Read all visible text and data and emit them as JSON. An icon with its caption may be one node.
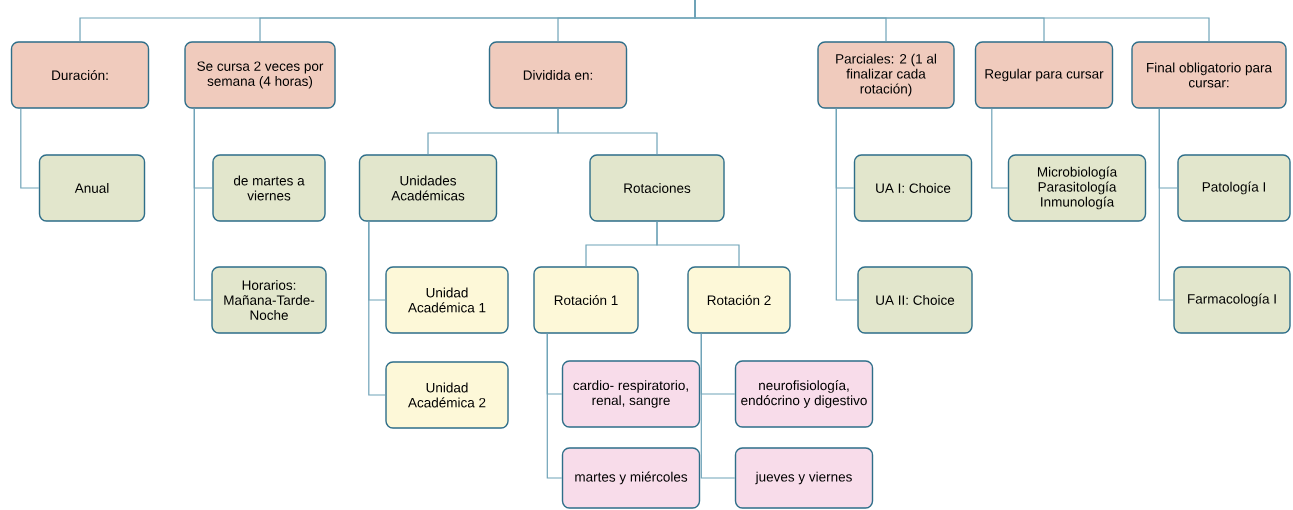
{
  "diagram": {
    "nodes": [
      {
        "text": [
          "Duración:"
        ]
      },
      {
        "text": [
          "Se cursa 2 veces por semana (4 horas)"
        ]
      },
      {
        "text": [
          "Dividida en:"
        ]
      },
      {
        "text": [
          "Parciales: 2 (1 al finalizar cada rotación)"
        ]
      },
      {
        "text": [
          "Regular para cursar"
        ]
      },
      {
        "text": [
          "Final obligatorio para cursar:"
        ]
      },
      {
        "text": [
          "Anual"
        ]
      },
      {
        "text": [
          "de martes a viernes"
        ]
      },
      {
        "text": [
          "Unidades Académicas"
        ]
      },
      {
        "text": [
          "Rotaciones"
        ]
      },
      {
        "text": [
          "UA I: Choice"
        ]
      },
      {
        "text": [
          "Microbiología Parasitología Inmunología"
        ]
      },
      {
        "text": [
          "Patología I"
        ]
      },
      {
        "text": [
          "Horarios: Mañana-Tarde-Noche"
        ]
      },
      {
        "text": [
          "Unidad Académica 1"
        ]
      },
      {
        "text": [
          "Rotación 1"
        ]
      },
      {
        "text": [
          "Rotación 2"
        ]
      },
      {
        "text": [
          "UA II: Choice"
        ]
      },
      {
        "text": [
          "Farmacología I"
        ]
      },
      {
        "text": [
          "Unidad Académica 2"
        ]
      },
      {
        "text": [
          "cardio- respiratorio, renal, sangre"
        ]
      },
      {
        "text": [
          "neurofisiología, endócrino y digestivo"
        ]
      },
      {
        "text": [
          "martes y miércoles"
        ]
      },
      {
        "text": [
          "jueves y viernes"
        ]
      }
    ],
    "edges": [
      {
        "from": null,
        "to": 0,
        "arrow": "none"
      },
      {
        "from": null,
        "to": 1,
        "arrow": "none"
      },
      {
        "from": null,
        "to": 2,
        "arrow": "none"
      },
      {
        "from": null,
        "to": 3,
        "arrow": "none"
      },
      {
        "from": null,
        "to": 4,
        "arrow": "none"
      },
      {
        "from": null,
        "to": 5,
        "arrow": "none"
      },
      {
        "from": 0,
        "to": 6,
        "arrow": "none"
      },
      {
        "from": 1,
        "to": 7,
        "arrow": "none"
      },
      {
        "from": 1,
        "to": 13,
        "arrow": "none"
      },
      {
        "from": 2,
        "to": 8,
        "arrow": "none"
      },
      {
        "from": 2,
        "to": 9,
        "arrow": "none"
      },
      {
        "from": 8,
        "to": 14,
        "arrow": "none"
      },
      {
        "from": 8,
        "to": 19,
        "arrow": "none"
      },
      {
        "from": 9,
        "to": 15,
        "arrow": "none"
      },
      {
        "from": 9,
        "to": 16,
        "arrow": "none"
      },
      {
        "from": 15,
        "to": 20,
        "arrow": "none"
      },
      {
        "from": 15,
        "to": 22,
        "arrow": "none"
      },
      {
        "from": 16,
        "to": 21,
        "arrow": "none"
      },
      {
        "from": 16,
        "to": 23,
        "arrow": "none"
      },
      {
        "from": 3,
        "to": 10,
        "arrow": "none"
      },
      {
        "from": 3,
        "to": 17,
        "arrow": "none"
      },
      {
        "from": 4,
        "to": 11,
        "arrow": "none"
      },
      {
        "from": 5,
        "to": 12,
        "arrow": "none"
      },
      {
        "from": 5,
        "to": 18,
        "arrow": "none"
      }
    ]
  }
}
